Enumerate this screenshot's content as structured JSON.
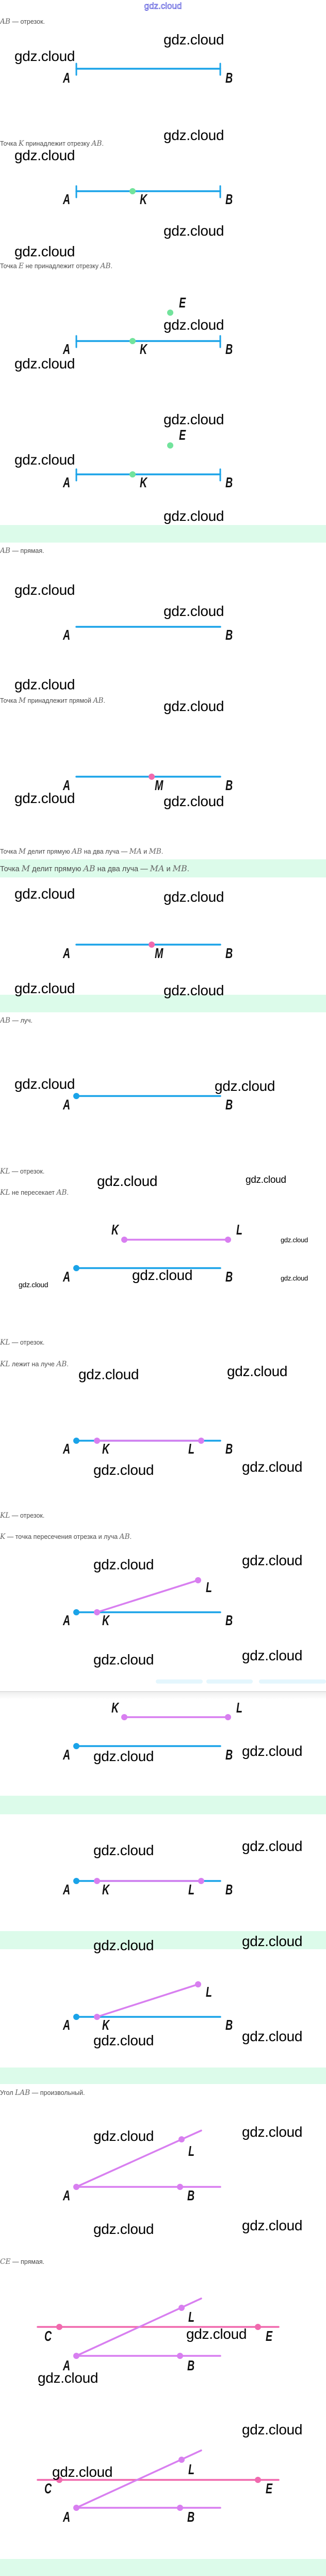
{
  "header": {
    "site_link": "gdz.cloud"
  },
  "watermark": "gdz.cloud",
  "colors": {
    "segment_blue": "#1aa3e8",
    "segment_violet": "#d87ff0",
    "line_pink": "#f06aae",
    "point_green": "#72e39c",
    "point_pink": "#f06aae",
    "band": "#dcfbea"
  },
  "points": {
    "A": "A",
    "B": "B",
    "K": "K",
    "E": "E",
    "M": "M",
    "L": "L",
    "C": "C"
  },
  "captions": [
    [
      {
        "m": "AB"
      },
      {
        "t": " — отрезок."
      }
    ],
    [
      {
        "t": "Точка "
      },
      {
        "m": "K"
      },
      {
        "t": " принадлежит отрезку "
      },
      {
        "m": "AB"
      },
      {
        "t": "."
      }
    ],
    [
      {
        "t": "Точка "
      },
      {
        "m": "E"
      },
      {
        "t": " не принадлежит отрезку "
      },
      {
        "m": "AB"
      },
      {
        "t": "."
      }
    ],
    [
      {
        "m": "AB"
      },
      {
        "t": " — прямая."
      }
    ],
    [
      {
        "t": "Точка "
      },
      {
        "m": "M"
      },
      {
        "t": " принадлежит прямой "
      },
      {
        "m": "AB"
      },
      {
        "t": "."
      }
    ],
    [
      {
        "t": "Точка "
      },
      {
        "m": "M"
      },
      {
        "t": " делит прямую "
      },
      {
        "m": "AB"
      },
      {
        "t": " на два луча — "
      },
      {
        "m": "MA"
      },
      {
        "t": " и "
      },
      {
        "m": "MB"
      },
      {
        "t": "."
      }
    ],
    [
      {
        "t": "Точка "
      },
      {
        "m": "M"
      },
      {
        "t": " делит прямую "
      },
      {
        "m": "AB"
      },
      {
        "t": " на два луча — "
      },
      {
        "m": "MA"
      },
      {
        "t": " и "
      },
      {
        "m": "MB"
      },
      {
        "t": "."
      }
    ],
    [
      {
        "m": "AB"
      },
      {
        "t": " — луч."
      }
    ],
    [
      {
        "m": "KL"
      },
      {
        "t": " — отрезок."
      }
    ],
    [
      {
        "m": "KL"
      },
      {
        "t": " не пересекает "
      },
      {
        "m": "AB"
      },
      {
        "t": "."
      }
    ],
    [
      {
        "m": "KL"
      },
      {
        "t": " — отрезок."
      }
    ],
    [
      {
        "m": "KL"
      },
      {
        "t": " лежит на луче "
      },
      {
        "m": "AB"
      },
      {
        "t": "."
      }
    ],
    [
      {
        "m": "KL"
      },
      {
        "t": " — отрезок."
      }
    ],
    [
      {
        "m": "K"
      },
      {
        "t": " — точка пересечения отрезка и луча "
      },
      {
        "m": "AB"
      },
      {
        "t": "."
      }
    ],
    [
      {
        "t": "Угол "
      },
      {
        "m": "LAB"
      },
      {
        "t": " — произвольный."
      }
    ],
    [
      {
        "m": "CE"
      },
      {
        "t": " — прямая."
      }
    ]
  ]
}
